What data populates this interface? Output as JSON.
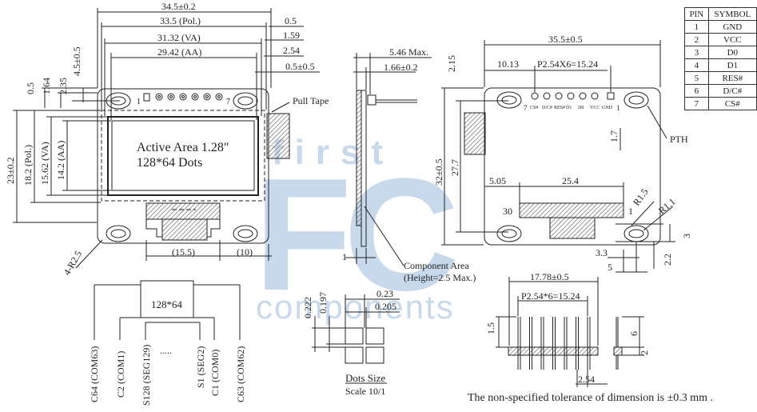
{
  "watermark": {
    "big": "FC",
    "top": "first",
    "bottom": "components"
  },
  "front": {
    "dims": {
      "overall_w": "34.5±0.2",
      "pol_w": "33.5 (Pol.)",
      "va_w": "31.32 (VA)",
      "aa_w": "29.42 (AA)",
      "r1": "0.5",
      "r2": "1.59",
      "r3": "2.54",
      "r4": "0.5±0.5",
      "left_45": "4.5±0.5",
      "left_05": "0.5",
      "left_164": "1.64",
      "left_235": "2.35",
      "h_overall": "23±0.2",
      "h_pol": "18.2 (Pol.)",
      "h_va": "15.62 (VA)",
      "h_aa": "14.2 (AA)",
      "bottom_155": "(15.5)",
      "bottom_10": "(10)",
      "radius": "4-R2.5"
    },
    "active_area_1": "Active Area 1.28\"",
    "active_area_2": "128*64 Dots",
    "pull_tape": "Pull Tape",
    "pin1": "1",
    "pin7": "7"
  },
  "side": {
    "max": "5.46 Max.",
    "thk": "1.66±0.2",
    "one": "1",
    "component_1": "Component Area",
    "component_2": "(Height=2.5 Max.)"
  },
  "back": {
    "width": "35.5±0.5",
    "pitch": "P2.54X6=15.24",
    "offset": "10.13",
    "top_215": "2.15",
    "height": "32±0.5",
    "h277": "27.7",
    "h17": "1.7",
    "d505": "5.05",
    "d254": "25.4",
    "pin30": "30",
    "pin1": "1",
    "r15": "R1.5",
    "r11": "R1.1",
    "d3": "3",
    "d33": "3.3",
    "d5": "5",
    "d22": "2.2",
    "pth": "PTH",
    "pin7": "7",
    "pin1_top": "1",
    "pin_labels": [
      "CS#",
      "D/C#",
      "RES#",
      "D1",
      "D0",
      "VCC",
      "GND"
    ]
  },
  "pins": {
    "headers": [
      "PIN",
      "SYMBOL"
    ],
    "rows": [
      [
        "1",
        "GND"
      ],
      [
        "2",
        "VCC"
      ],
      [
        "3",
        "D0"
      ],
      [
        "4",
        "D1"
      ],
      [
        "5",
        "RES#"
      ],
      [
        "6",
        "D/C#"
      ],
      [
        "7",
        "CS#"
      ]
    ]
  },
  "matrix": {
    "label": "128*64",
    "dots": ".....",
    "lines": [
      "C64 (COM63)",
      "C2 (COM1)",
      "S128 (SEG129)",
      "S1 (SEG2)",
      "C1 (COM0)",
      "C63 (COM62)"
    ]
  },
  "dots": {
    "d023": "0.23",
    "d0205": "0.205",
    "d0222": "0.222",
    "d0197": "0.197",
    "title": "Dots Size",
    "scale": "Scale 10/1"
  },
  "header": {
    "width": "17.78±0.5",
    "pitch": "P2.54*6=15.24",
    "h15": "1.5",
    "h6": "6",
    "h2": "2",
    "p254": "2.54"
  },
  "note": "The non-specified tolerance of dimension is ±0.3 mm ."
}
